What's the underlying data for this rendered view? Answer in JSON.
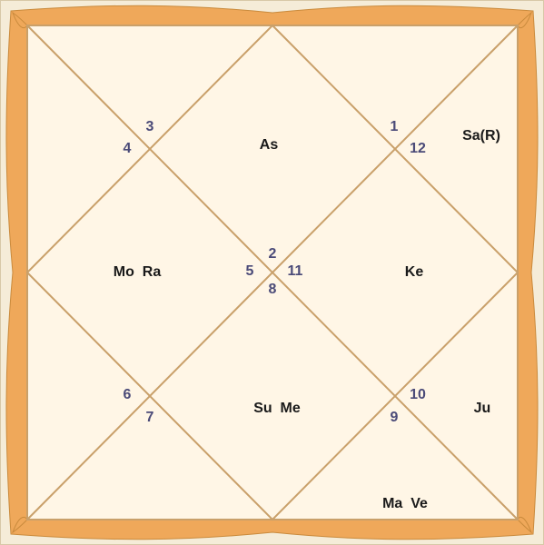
{
  "colors": {
    "outer_fill": "#f5ecd8",
    "border": "#efa85a",
    "border_edge": "#c98a3c",
    "panel_fill": "#fff6e6",
    "line": "#c9a06a",
    "house_number": "#4a4a78",
    "planet_text": "#1a1a1a"
  },
  "houses": [
    {
      "number": "1",
      "planets": "As"
    },
    {
      "number": "2",
      "planets": ""
    },
    {
      "number": "3",
      "planets": ""
    },
    {
      "number": "4",
      "planets": "Mo  Ra"
    },
    {
      "number": "5",
      "planets": ""
    },
    {
      "number": "6",
      "planets": ""
    },
    {
      "number": "7",
      "planets": "Su  Me"
    },
    {
      "number": "8",
      "planets": "Ma  Ve"
    },
    {
      "number": "9",
      "planets": ""
    },
    {
      "number": "10",
      "planets": "Ke"
    },
    {
      "number": "11",
      "planets": "Ju"
    },
    {
      "number": "12",
      "planets": "Sa(R)"
    }
  ]
}
